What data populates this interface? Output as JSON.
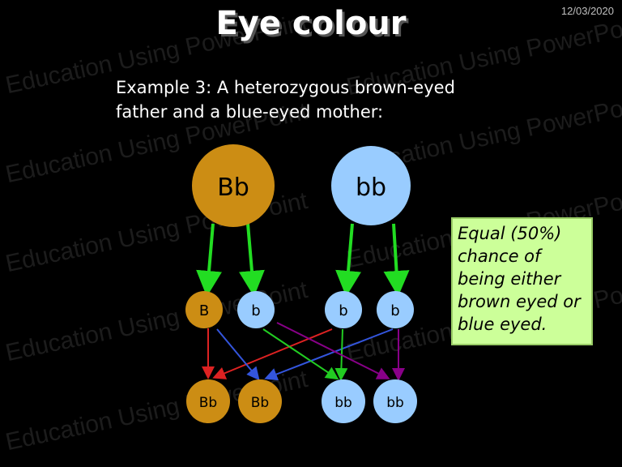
{
  "slide": {
    "date": "12/03/2020",
    "title": "Eye colour",
    "subtitle_lines": [
      "Example 3: A heterozygous brown-eyed",
      "father and a blue-eyed mother:"
    ],
    "note_lines": [
      "Equal (50%)",
      "chance of",
      "being either",
      "brown eyed or",
      "blue eyed."
    ],
    "watermark_text": "Education Using PowerPoint"
  },
  "colors": {
    "brown": "#cc8d14",
    "blue": "#99ccff",
    "arrow_green": "#22dd22",
    "cross_red": "#dd2222",
    "cross_blue": "#3355dd",
    "cross_green": "#22cc22",
    "cross_purple": "#880088",
    "note_bg": "#ccff99"
  },
  "parents": [
    {
      "genotype": "Bb",
      "color": "brown"
    },
    {
      "genotype": "bb",
      "color": "blue"
    }
  ],
  "gametes": [
    {
      "allele": "B",
      "color": "brown"
    },
    {
      "allele": "b",
      "color": "blue"
    },
    {
      "allele": "b",
      "color": "blue"
    },
    {
      "allele": "b",
      "color": "blue"
    }
  ],
  "offspring": [
    {
      "genotype": "Bb",
      "color": "brown"
    },
    {
      "genotype": "Bb",
      "color": "brown"
    },
    {
      "genotype": "bb",
      "color": "blue"
    },
    {
      "genotype": "bb",
      "color": "blue"
    }
  ]
}
